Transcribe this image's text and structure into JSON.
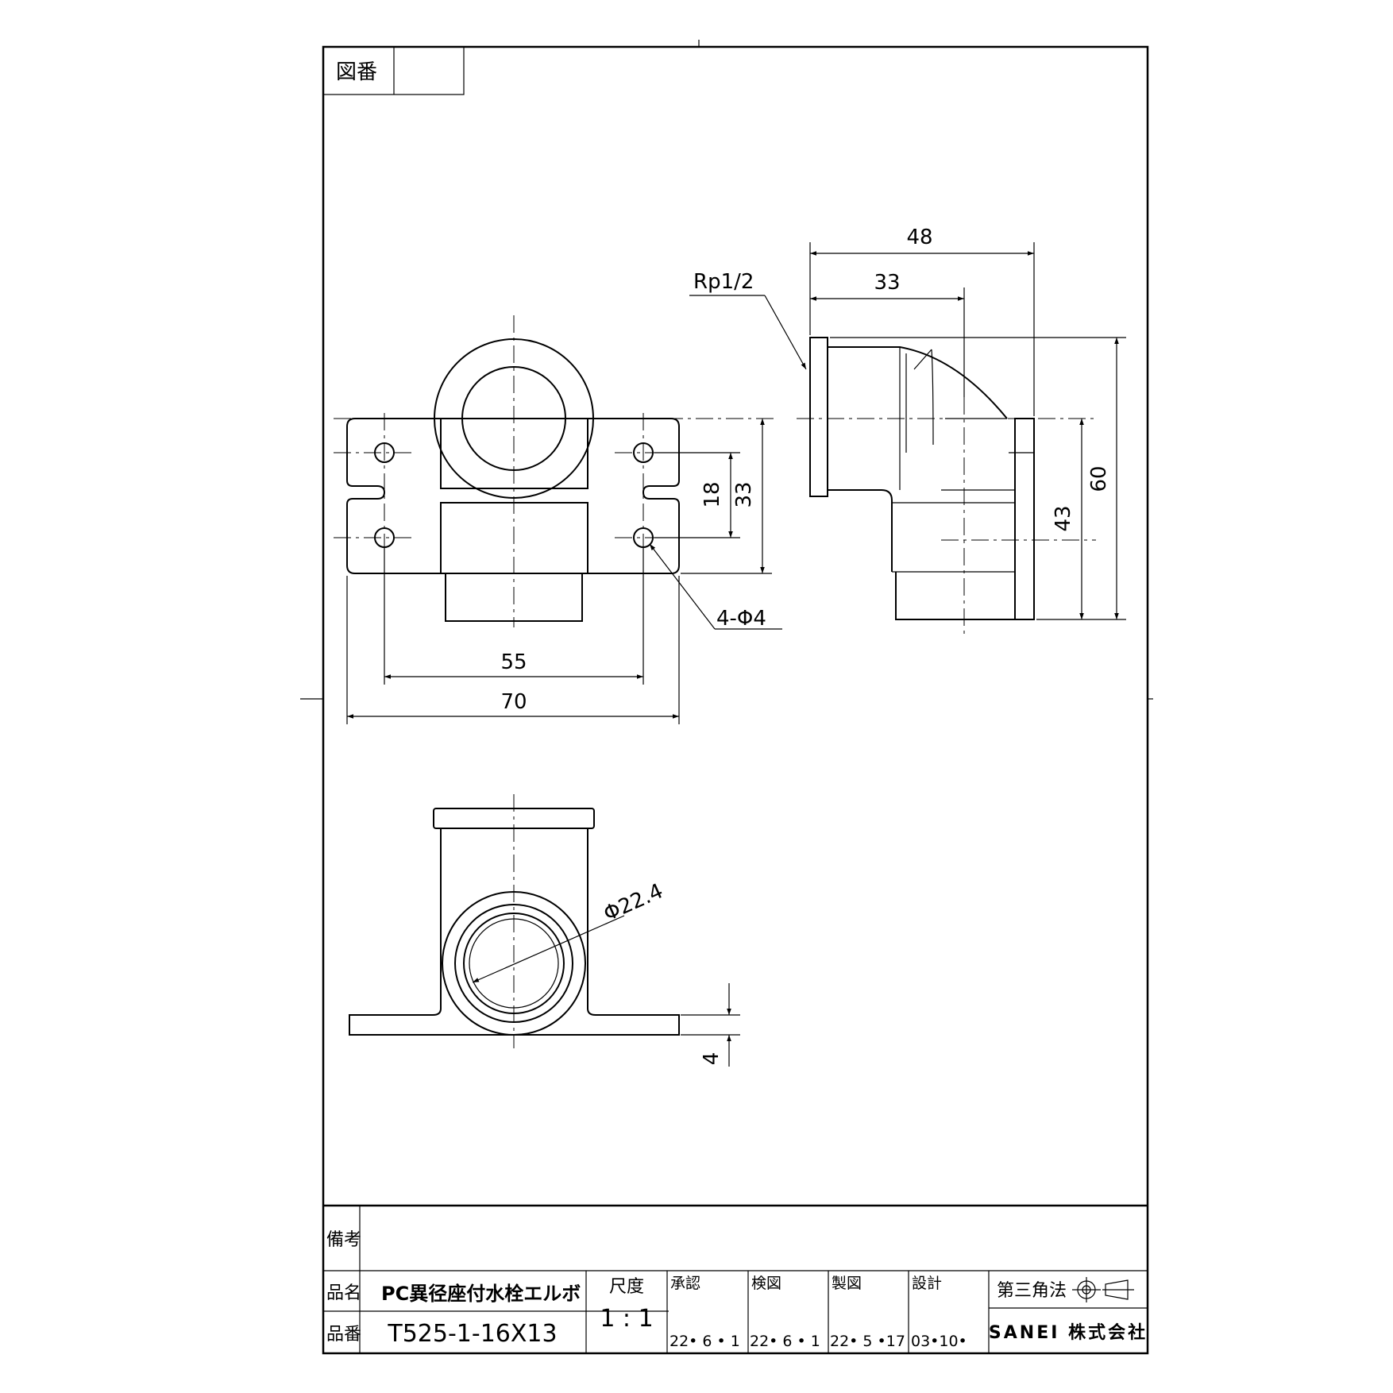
{
  "drawing_number": {
    "label": "図番",
    "value": ""
  },
  "dimensions": {
    "front_width_outer": "70",
    "front_width_holes": "55",
    "front_hole_pitch_v": "18",
    "front_flange_height": "33",
    "hole_spec": "4-Φ4",
    "side_length_total": "48",
    "side_length_center": "33",
    "side_height_total": "60",
    "side_height_center": "43",
    "thread_spec": "Rp1/2",
    "bottom_inner_dia": "Φ22.4",
    "bottom_flange_thickness": "4"
  },
  "title_block": {
    "remarks_label": "備考",
    "remarks_value": "",
    "name_label": "品名",
    "name_value": "PC異径座付水栓エルボ",
    "part_label": "品番",
    "part_value": "T525-1-16X13",
    "scale_label": "尺度",
    "scale_value": "1 : 1",
    "approval_label": "承認",
    "approval_date": "22• 6 •  1",
    "check_label": "検図",
    "check_date": "22• 6 •  1",
    "draft_label": "製図",
    "draft_date": "22• 5 •17",
    "design_label": "設計",
    "design_date": "03•10•",
    "projection_label": "第三角法",
    "company": "SANEI 株式会社"
  }
}
